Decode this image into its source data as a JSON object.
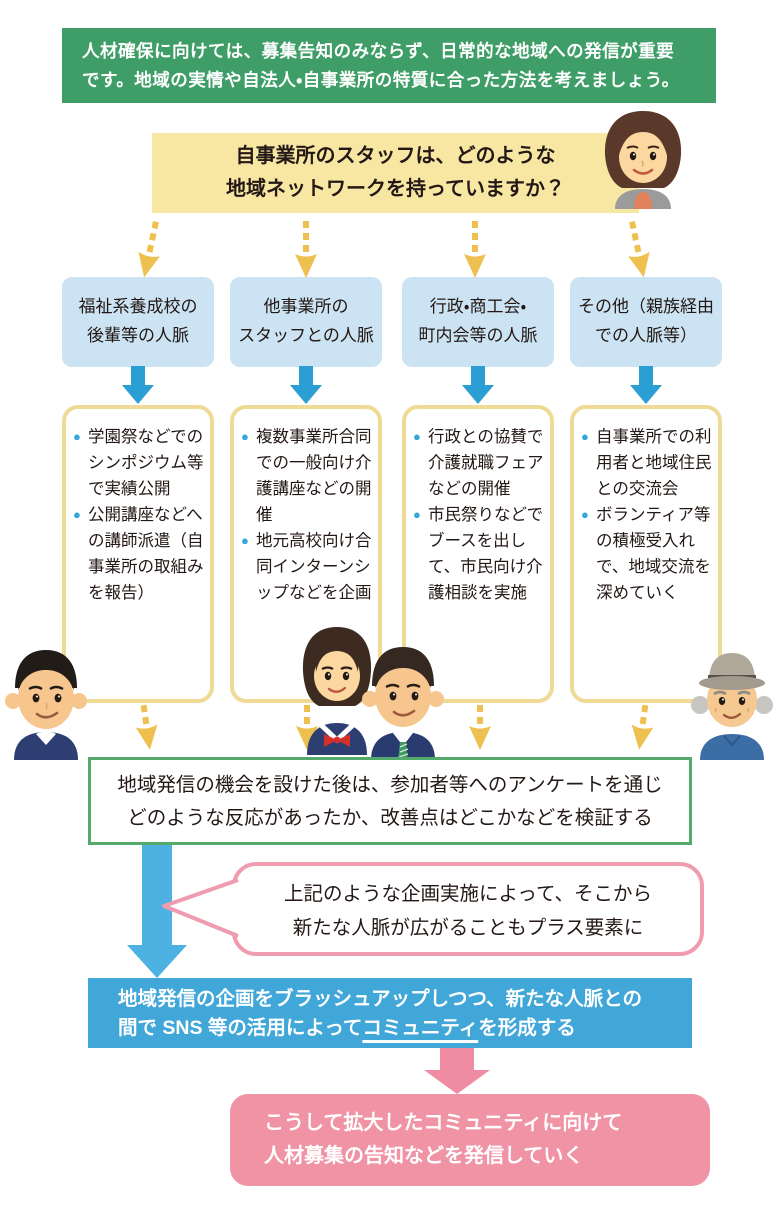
{
  "banner": {
    "line1": "人材確保に向けては、募集告知のみならず、日常的な地域への発信が重要",
    "line2": "です。地域の実情や自法人・自事業所の特質に合った方法を考えましょう。"
  },
  "question": {
    "line1": "自事業所のスタッフは、どのような",
    "line2": "地域ネットワークを持っていますか？"
  },
  "columns": [
    {
      "net1": "福祉系養成校の",
      "net2": "後輩等の人脈",
      "items": [
        "学園祭などでのシンポジウム等で実績公開",
        "公開講座などへの講師派遣（自事業所の取組みを報告）"
      ]
    },
    {
      "net1": "他事業所の",
      "net2": "スタッフとの人脈",
      "items": [
        "複数事業所合同での一般向け介護講座などの開催",
        "地元高校向け合同インターンシップなどを企画"
      ]
    },
    {
      "net1": "行政・商工会・",
      "net2": "町内会等の人脈",
      "items": [
        "行政との協賛で介護就職フェアなどの開催",
        "市民祭りなどでブースを出して、市民向け介護相談を実施"
      ]
    },
    {
      "net1": "その他（親族経由",
      "net2": "での人脈等）",
      "items": [
        "自事業所での利用者と地域住民との交流会",
        "ボランティア等の積極受入れで、地域交流を深めていく"
      ]
    }
  ],
  "verify": {
    "line1": "地域発信の機会を設けた後は、参加者等へのアンケートを通じ",
    "line2": "どのような反応があったか、改善点はどこかなどを検証する"
  },
  "bubble": {
    "line1": "上記のような企画実施によって、そこから",
    "line2": "新たな人脈が広がることもプラス要素に"
  },
  "community": {
    "line1": "地域発信の企画をブラッシュアップしつつ、新たな人脈との",
    "line2_pre": "間で SNS 等の活用によって",
    "line2_em": "コミュニティ",
    "line2_post": "を形成する"
  },
  "final": {
    "line1": "こうして拡大したコミュニティに向けて",
    "line2": "人材募集の告知などを発信していく"
  },
  "colors": {
    "banner_green": "#3f9e68",
    "question_yellow": "#f8e7a3",
    "arrow_gold": "#eec04f",
    "network_blue": "#cbe3f2",
    "small_arrow_blue": "#2b9fd3",
    "card_border_yellow": "#efdb96",
    "bullet_blue": "#35a6da",
    "verify_border_green": "#54a96c",
    "big_arrow_blue": "#4db1e2",
    "bubble_border_pink": "#f09cb0",
    "community_blue": "#41a7d8",
    "final_pink": "#f093a5",
    "text_dark": "#231815"
  }
}
